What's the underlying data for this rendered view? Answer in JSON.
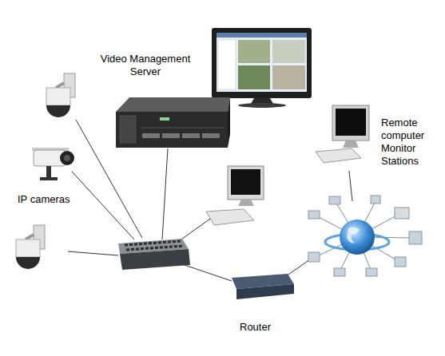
{
  "diagram": {
    "labels": [
      "Video Management Server",
      "Remote computer Monitor Stations",
      "IP cameras",
      "Router"
    ]
  }
}
